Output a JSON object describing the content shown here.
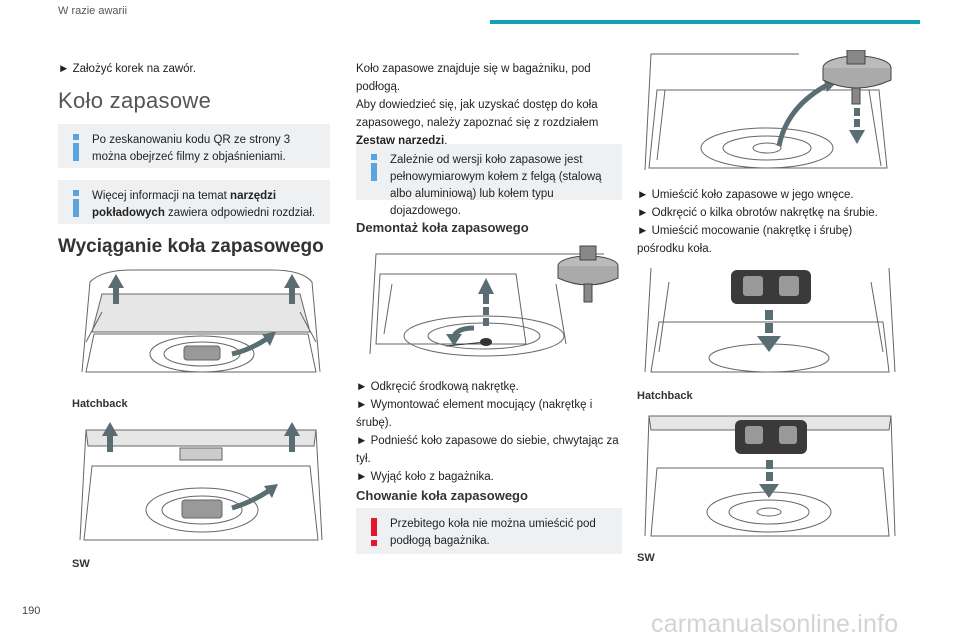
{
  "header": {
    "title": "W razie awarii"
  },
  "page_number": "190",
  "watermark": "carmanualsonline.info",
  "col1": {
    "bullet_cap": "► Założyć korek na zawór.",
    "section_title": "Koło zapasowe",
    "note1": "Po zeskanowaniu kodu QR ze strony 3 można obejrzeć filmy z objaśnieniami.",
    "note2_pre": "Więcej informacji na temat ",
    "note2_bold": "narzędzi pokładowych",
    "note2_post": " zawiera odpowiedni rozdział.",
    "heading_remove": "Wyciąganie koła zapasowego",
    "caption_hatchback": "Hatchback",
    "caption_sw": "SW"
  },
  "col2": {
    "intro_pre": "Koło zapasowe znajduje się w bagażniku, pod podłogą.\nAby dowiedzieć się, jak uzyskać dostęp do koła zapasowego, należy zapoznać się z rozdziałem ",
    "intro_bold": "Zestaw narzędzi",
    "intro_post": ".",
    "note_wheel": "Zależnie od wersji koło zapasowe jest pełnowymiarowym kołem z felgą (stalową albo aluminiową) lub kołem typu dojazdowego.",
    "heading_disassembly": "Demontaż koła zapasowego",
    "step1": "► Odkręcić środkową nakrętkę.",
    "step2": "► Wymontować element mocujący (nakrętkę i śrubę).",
    "step3": "► Podnieść koło zapasowe do siebie, chwytając za tył.",
    "step4": "► Wyjąć koło z bagażnika.",
    "heading_stow": "Chowanie koła zapasowego",
    "warn_note": "Przebitego koła nie można umieścić pod podłogą bagażnika."
  },
  "col3": {
    "step1": "► Umieścić koło zapasowe w jego wnęce.",
    "step2": "► Odkręcić o kilka obrotów nakrętkę na śrubie.",
    "step3": "► Umieścić mocowanie (nakrętkę i śrubę) pośrodku koła.",
    "caption_hatchback": "Hatchback",
    "caption_sw": "SW"
  },
  "colors": {
    "accent": "#14a0b4",
    "note_bg": "#eef0f2",
    "info_icon": "#5aa3dd",
    "warn_icon": "#e2172f"
  }
}
